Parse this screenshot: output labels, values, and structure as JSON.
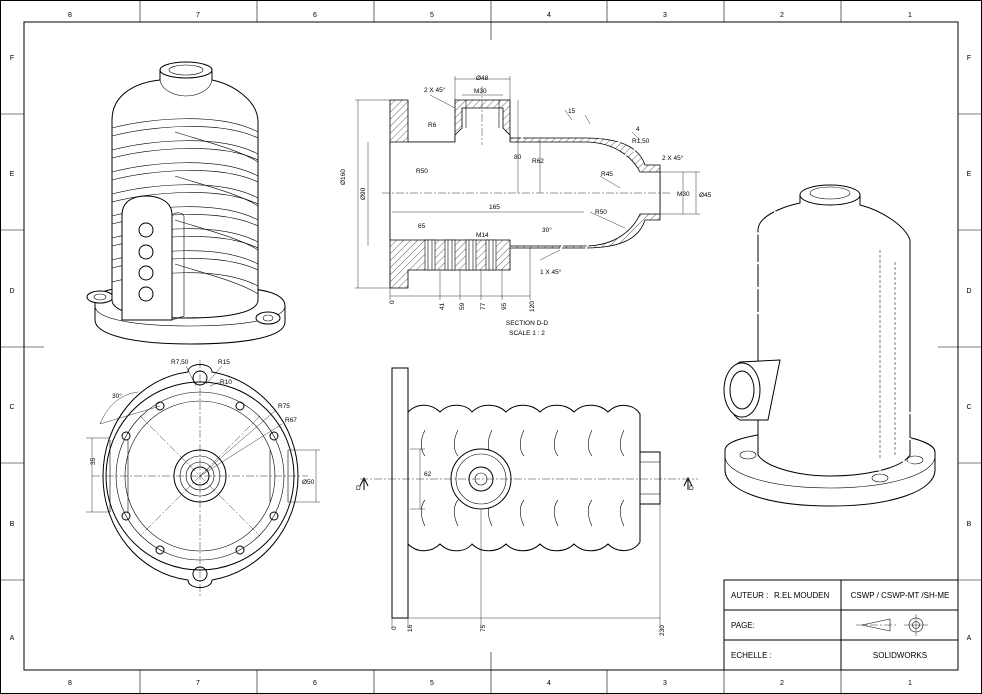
{
  "border": {
    "zones_top": [
      "8",
      "7",
      "6",
      "5",
      "4",
      "3",
      "2",
      "1"
    ],
    "zones_bottom": [
      "8",
      "7",
      "6",
      "5",
      "4",
      "3",
      "2",
      "1"
    ],
    "zones_left": [
      "F",
      "E",
      "D",
      "C",
      "B",
      "A"
    ],
    "zones_right": [
      "F",
      "E",
      "D",
      "C",
      "B",
      "A"
    ]
  },
  "section_view": {
    "title": "SECTION D-D",
    "scale": "SCALE 1 : 2",
    "dims": {
      "chamfer_top": "2 X 45°",
      "dia48": "Ø48",
      "m30_top": "M30",
      "r6": "R6",
      "d15": "15",
      "d4": "4",
      "r150": "R1,50",
      "d80": "80",
      "r62": "R62",
      "dia160": "Ø160",
      "dia90": "Ø90",
      "r50_left": "R50",
      "r45": "R45",
      "chamfer_right": "2 X 45°",
      "m30_right": "M30",
      "dia45": "Ø45",
      "d165": "165",
      "r50_right": "R50",
      "d65": "65",
      "m14": "M14",
      "ang30": "30°",
      "chamfer_bottom": "1 X 45°",
      "base": [
        "0",
        "41",
        "59",
        "77",
        "95",
        "120"
      ]
    }
  },
  "front_view": {
    "dims": {
      "r750": "R7,50",
      "r15": "R15",
      "r10": "R10",
      "ang30": "30°",
      "r75": "R75",
      "r67": "R67",
      "d35": "35",
      "dia50": "Ø50"
    }
  },
  "side_view": {
    "dims": {
      "d62": "62",
      "cut_left": "D",
      "cut_right": "D",
      "base": [
        "0",
        "16",
        "75",
        "230"
      ]
    }
  },
  "title_block": {
    "author_label": "AUTEUR :",
    "author_value": "R.EL MOUDEN",
    "cert": "CSWP / CSWP-MT /SH-ME",
    "page_label": "PAGE:",
    "scale_label": "ECHELLE :",
    "software": "SOLIDWORKS"
  }
}
